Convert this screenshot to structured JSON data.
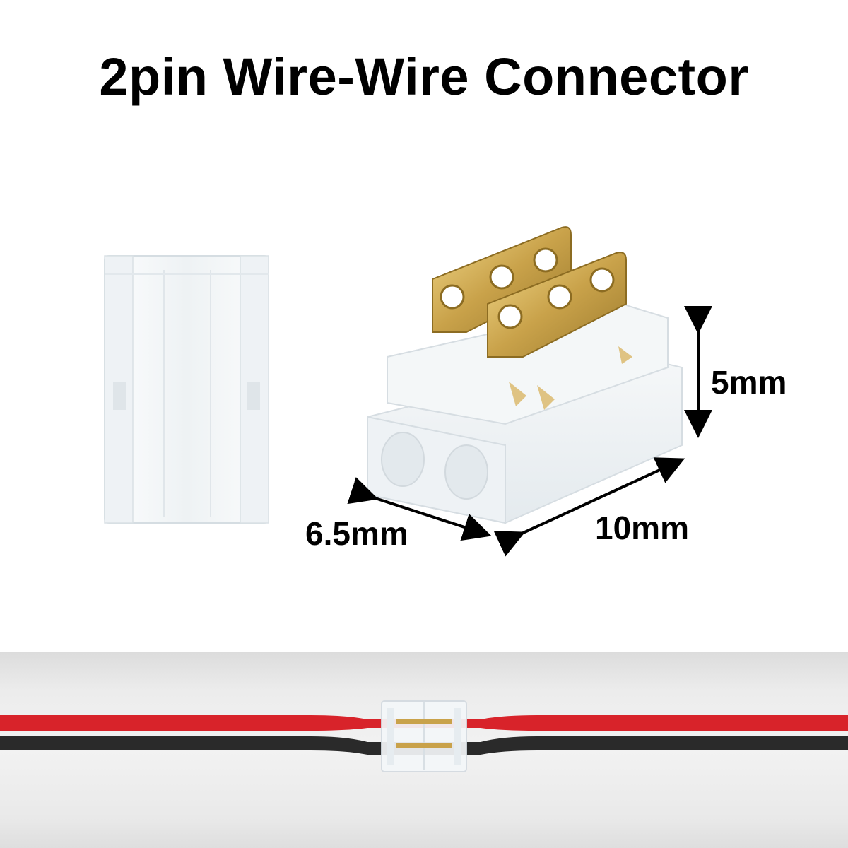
{
  "title": "2pin Wire-Wire Connector",
  "dimensions": {
    "height": "5mm",
    "width": "6.5mm",
    "length": "10mm"
  },
  "colors": {
    "wire_red": "#d8232a",
    "wire_black": "#2a2a2a",
    "gold_pin": "#c9a24a",
    "clear_plastic": "#eef2f5"
  }
}
